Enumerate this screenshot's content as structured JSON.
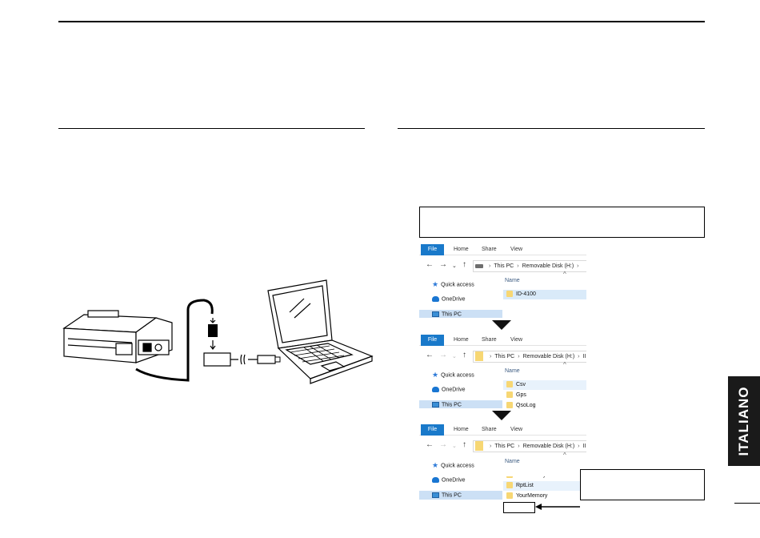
{
  "side_tab": {
    "language": "ITALIANO"
  },
  "explorer": {
    "ribbon_tabs": [
      "File",
      "Home",
      "Share",
      "View"
    ],
    "nav_items": {
      "quick_access": "Quick access",
      "onedrive": "OneDrive",
      "this_pc": "This PC"
    },
    "column_header": "Name",
    "windows": [
      {
        "address": [
          "This PC",
          "Removable Disk (H:)"
        ],
        "files": [
          "ID-4100"
        ]
      },
      {
        "address": [
          "This PC",
          "Removable Disk (H:)",
          "II"
        ],
        "files": [
          "Csv",
          "Gps",
          "QsoLog"
        ]
      },
      {
        "address": [
          "This PC",
          "Removable Disk (H:)",
          "II"
        ],
        "files": [
          "CsvMemory",
          "RptList",
          "YourMemory"
        ]
      }
    ]
  },
  "colors": {
    "file_tab_blue": "#1979ca",
    "folder_yellow": "#f7d774",
    "tab_background": "#1a1a1a"
  }
}
